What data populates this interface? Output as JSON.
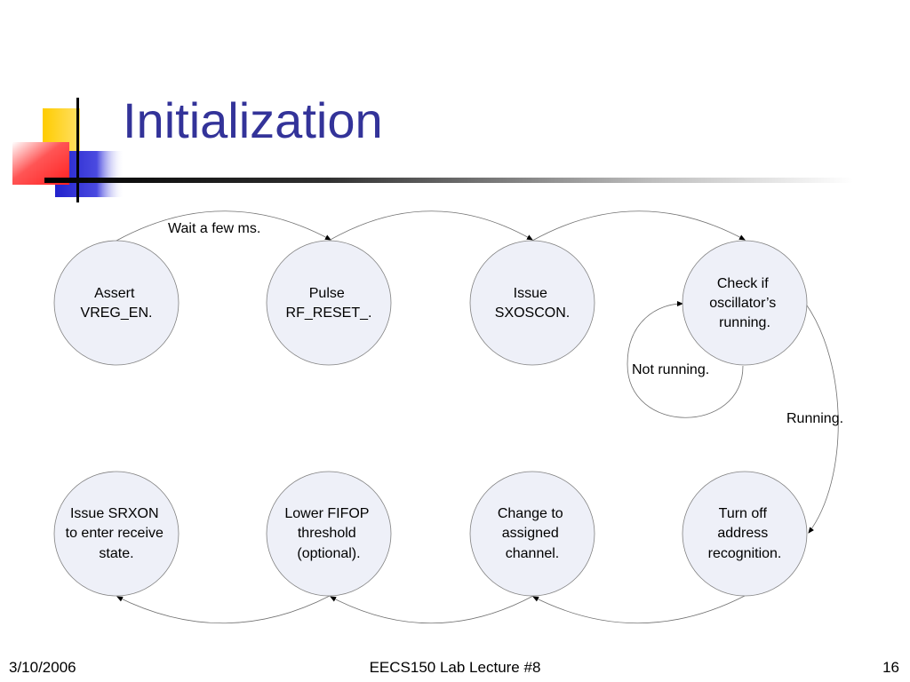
{
  "slide": {
    "title": "Initialization",
    "footer_date": "3/10/2006",
    "footer_center": "EECS150 Lab Lecture #8",
    "footer_page": "16"
  },
  "nodes": [
    {
      "id": "n1",
      "lines": [
        "Assert",
        "VREG_EN."
      ]
    },
    {
      "id": "n2",
      "lines": [
        "Pulse",
        "RF_RESET_."
      ]
    },
    {
      "id": "n3",
      "lines": [
        "Issue",
        "SXOSCON."
      ]
    },
    {
      "id": "n4",
      "lines": [
        "Check if",
        "oscillator’s",
        "running."
      ]
    },
    {
      "id": "n5",
      "lines": [
        "Turn off",
        "address",
        "recognition."
      ]
    },
    {
      "id": "n6",
      "lines": [
        "Change to",
        "assigned",
        "channel."
      ]
    },
    {
      "id": "n7",
      "lines": [
        "Lower FIFOP",
        "threshold",
        "(optional)."
      ]
    },
    {
      "id": "n8",
      "lines": [
        "Issue SRXON",
        "to enter receive",
        "state."
      ]
    }
  ],
  "edge_labels": {
    "wait": "Wait a few ms.",
    "not_running": "Not running.",
    "running": "Running."
  },
  "colors": {
    "title": "#333399",
    "node_fill": "#eef0f8",
    "node_stroke": "#808080",
    "arrow": "#707070"
  }
}
